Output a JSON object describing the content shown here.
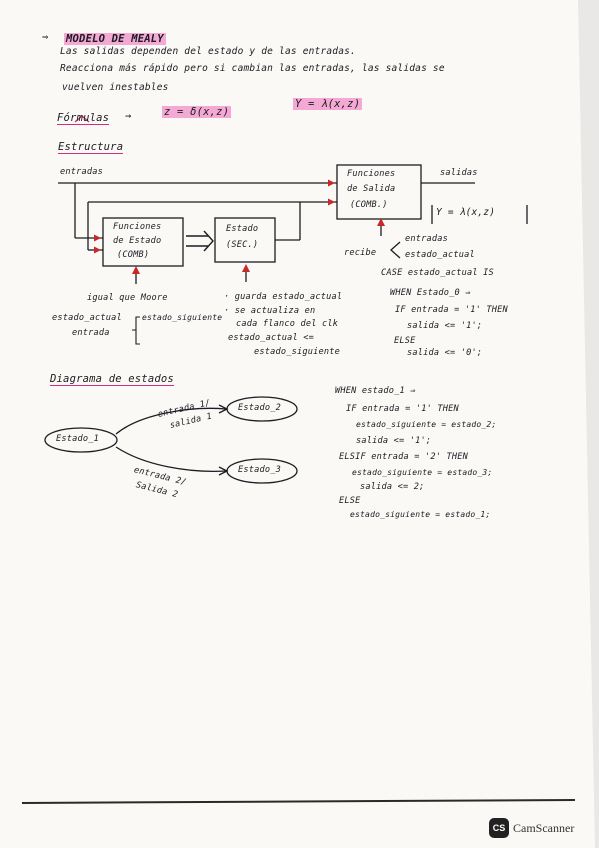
{
  "mealy": {
    "heading": "MODELO DE MEALY",
    "arrow": "⇒",
    "desc1": "Las salidas dependen del estado y de las entradas.",
    "desc2": "Reacciona más rápido pero si cambian las entradas, las salidas se",
    "desc3": "vuelven inestables"
  },
  "formulas": {
    "label": "Fórmulas",
    "arrow": "→",
    "f1": "z = δ(x,z)",
    "f2": "Y = λ(x,z)"
  },
  "estructura": {
    "title": "Estructura",
    "entradas": "entradas",
    "salidas": "salidas",
    "box1": [
      "Funciones",
      "de Estado",
      "(COMB)"
    ],
    "box2": [
      "Estado",
      "(SEC.)"
    ],
    "box3": [
      "Funciones",
      "de Salida",
      "(COMB.)"
    ],
    "y_formula": "Y = λ(x,z)",
    "recibe": "recibe",
    "recibe_1": "entradas",
    "recibe_2": "estado_actual",
    "note1": [
      "igual que Moore",
      "estado_actual",
      "entrada",
      "estado_siguiente"
    ],
    "note2": [
      "· guarda estado_actual",
      "· se actualiza en",
      "cada flanco del clk",
      "estado_actual <=",
      "estado_siguiente"
    ]
  },
  "code1": [
    "CASE estado_actual IS",
    "WHEN Estado_0 ⇒",
    "IF entrada = '1' THEN",
    "salida <= '1';",
    "ELSE",
    "salida <= '0';"
  ],
  "diagrama": {
    "title": "Diagrama de estados",
    "s1": "Estado_1",
    "s2": "Estado_2",
    "s3": "Estado_3",
    "t12a": "entrada 1/",
    "t12b": "salida 1",
    "t13a": "entrada 2/",
    "t13b": "Salida 2"
  },
  "code2": [
    "WHEN estado_1 ⇒",
    "IF entrada = '1' THEN",
    "estado_siguiente = estado_2;",
    "salida <= '1';",
    "ELSIF entrada = '2' THEN",
    "estado_siguiente = estado_3;",
    "salida <= 2;",
    "ELSE",
    "estado_siguiente = estado_1;"
  ],
  "footer": {
    "badge": "CS",
    "name": "CamScanner"
  }
}
